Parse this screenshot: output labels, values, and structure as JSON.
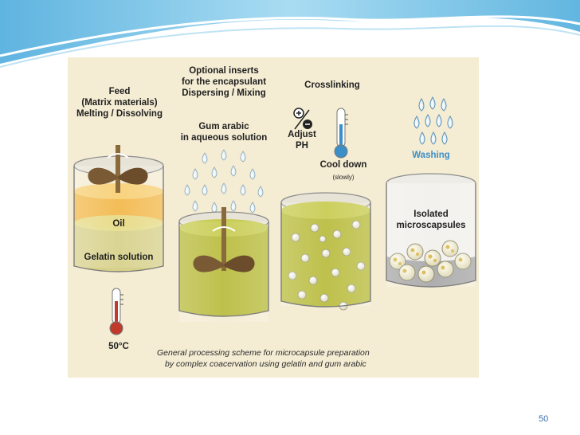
{
  "diagram": {
    "stage1": {
      "lines": [
        "Feed",
        "(Matrix materials)",
        "Melting / Dissolving"
      ],
      "oil_label": "Oil",
      "gelatin_label": "Gelatin solution",
      "temperature": "50°C"
    },
    "stage2": {
      "lines": [
        "Optional inserts",
        "for the encapsulant",
        "Dispersing / Mixing"
      ],
      "solution_lines": [
        "Gum arabic",
        "in aqueous solution"
      ]
    },
    "stage3": {
      "title": "Crosslinking",
      "adjust_lines": [
        "Adjust",
        "PH"
      ],
      "cool_label": "Cool down",
      "cool_note": "(slowly)"
    },
    "stage4": {
      "washing_label": "Washing",
      "isolated_lines": [
        "Isolated",
        "microscapsules"
      ]
    },
    "caption_lines": [
      "General processing scheme for microcapsule preparation",
      "by complex coacervation using gelatin and gum arabic"
    ]
  },
  "slide": {
    "number": "50"
  },
  "colors": {
    "header_wave": "#8fcbe8",
    "panel_bg": "#f4ecd3",
    "oil": "#f2b84a",
    "gelatin": "#d7d08a",
    "gum_solution": "#b9bc3e",
    "washing_text": "#3a8fc8",
    "thermo_red": "#c0392b",
    "thermo_blue": "#3a8fc8"
  }
}
